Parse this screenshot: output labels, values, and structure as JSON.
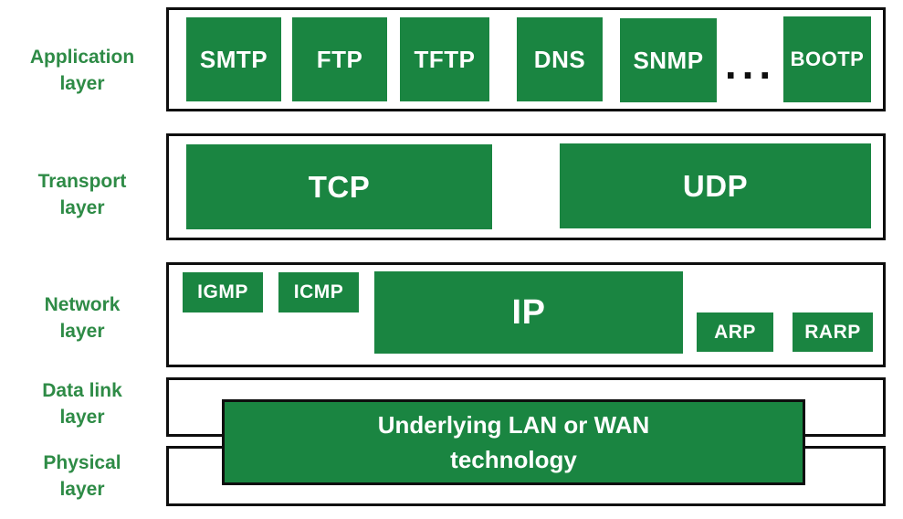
{
  "colors": {
    "green": "#1a8541",
    "label_green": "#2e8b46",
    "border": "#0e0e0e",
    "text_white": "#ffffff"
  },
  "side_labels": {
    "application": {
      "line1": "Application",
      "line2": "layer"
    },
    "transport": {
      "line1": "Transport",
      "line2": "layer"
    },
    "network": {
      "line1": "Network",
      "line2": "layer"
    },
    "data_link": {
      "line1": "Data link",
      "line2": "layer"
    },
    "physical": {
      "line1": "Physical",
      "line2": "layer"
    }
  },
  "application_row": {
    "protocols": [
      "SMTP",
      "FTP",
      "TFTP",
      "DNS",
      "SNMP"
    ],
    "ellipsis": "...",
    "last_protocol": "BOOTP"
  },
  "transport_row": {
    "tcp": "TCP",
    "udp": "UDP"
  },
  "network_row": {
    "igmp": "IGMP",
    "icmp": "ICMP",
    "ip": "IP",
    "arp": "ARP",
    "rarp": "RARP"
  },
  "bottom": {
    "tech_line1": "Underlying LAN or WAN",
    "tech_line2": "technology"
  }
}
